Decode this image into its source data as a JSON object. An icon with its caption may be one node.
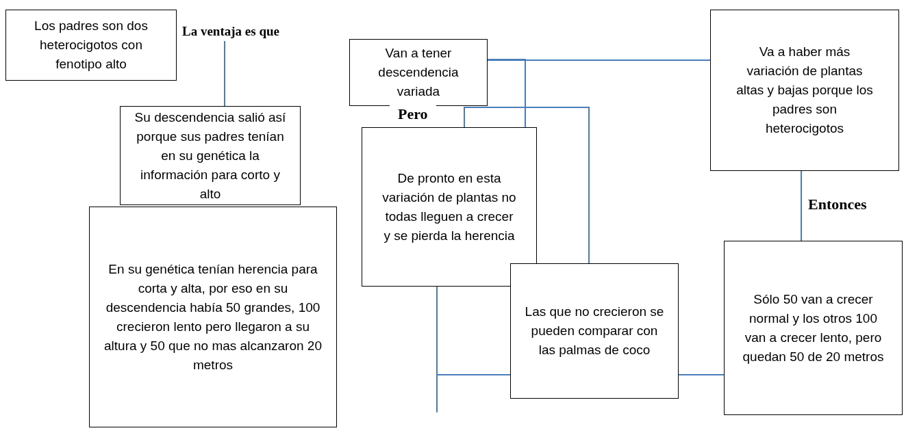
{
  "diagram": {
    "nodes": [
      {
        "text": [
          "Los padres son dos heterocigotos con fenotipo alto"
        ]
      },
      {
        "text": [
          "La ventaja es que"
        ]
      },
      {
        "text": [
          "Van a tener descendencia variada"
        ]
      },
      {
        "text": [
          "Va a haber más variación de plantas altas y bajas porque los padres son heterocigotos"
        ]
      },
      {
        "text": [
          "Su descendencia salió así porque sus padres tenían en su genética la información para corto y alto"
        ]
      },
      {
        "text": [
          "Pero",
          "De pronto en esta variación de plantas no todas lleguen a crecer y se pierda la herencia"
        ]
      },
      {
        "text": [
          "En su genética tenían herencia para corta y alta, por eso en su descendencia había 50 grandes, 100 crecieron lento pero llegaron a su altura y 50 que no mas alcanzaron 20 metros"
        ]
      },
      {
        "text": [
          "Las que no crecieron se pueden comparar con las palmas de coco"
        ]
      },
      {
        "text": [
          "Sólo 50 van a crecer normal y los otros 100 van a crecer lento, pero quedan 50 de 20 metros"
        ]
      }
    ],
    "edges": [
      {
        "from": 1,
        "to": 4,
        "arrow": "none"
      },
      {
        "from": 2,
        "to": 3,
        "arrow": "none"
      },
      {
        "from": 2,
        "to": 5,
        "arrow": "none"
      },
      {
        "from": 5,
        "to": 7,
        "arrow": "none"
      },
      {
        "from": 3,
        "to": 8,
        "arrow": "none",
        "label": "Entonces"
      },
      {
        "from": 5,
        "to": 7,
        "arrow": "none"
      },
      {
        "from": 7,
        "to": 8,
        "arrow": "none"
      },
      {
        "from": 5,
        "to": null,
        "arrow": "none"
      }
    ]
  }
}
